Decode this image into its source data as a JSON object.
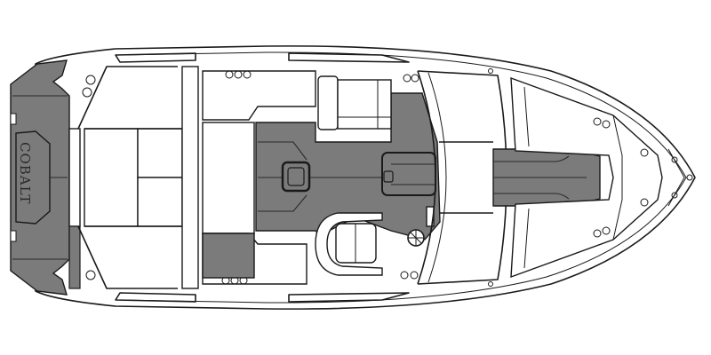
{
  "diagram": {
    "title": "Boat deck layout (top view)",
    "brand_label": "COBALT",
    "colors": {
      "background": "#ffffff",
      "outline": "#1a1a1a",
      "deck_mat": "#7b7b7b",
      "upholstery": "#ffffff"
    },
    "regions": [
      "swim-platform",
      "aft-sun-lounge",
      "cockpit-seating",
      "cockpit-floor",
      "helm-seat",
      "helm-station",
      "companion-seat",
      "windshield",
      "bow-walkway",
      "bow-seating",
      "bow-tip"
    ]
  }
}
